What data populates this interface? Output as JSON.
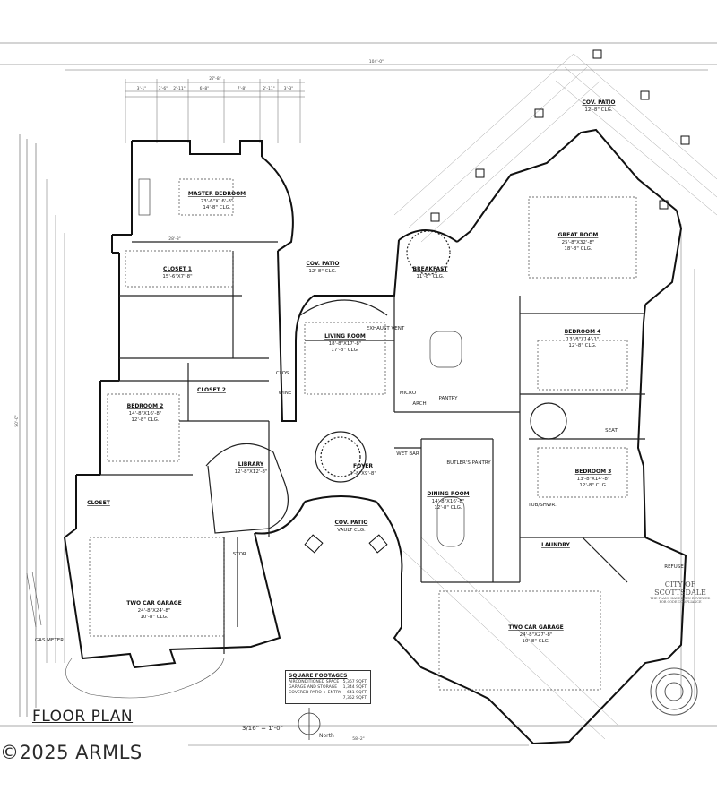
{
  "sheet": {
    "title": "FLOOR PLAN",
    "scale": "3/16\" = 1'-0\"",
    "copyright": "©2025 ARMLS",
    "north_label": "North"
  },
  "rooms": {
    "master_bedroom": {
      "name": "MASTER BEDROOM",
      "dims": "23'-6\"X16'-8\"",
      "clg": "14'-8\" CLG."
    },
    "closet1": {
      "name": "CLOSET 1",
      "dims": "15'-6\"X7'-8\""
    },
    "bedroom2": {
      "name": "BEDROOM 2",
      "dims": "14'-8\"X16'-8\"",
      "clg": "12'-8\" CLG."
    },
    "closet2": {
      "name": "CLOSET 2"
    },
    "closet": {
      "name": "CLOSET"
    },
    "library": {
      "name": "LIBRARY",
      "dims": "12'-8\"X12'-8\""
    },
    "living_room": {
      "name": "LIVING ROOM",
      "dims": "18'-8\"X17'-8\"",
      "clg": "17'-8\" CLG."
    },
    "cov_patio_top": {
      "name": "COV. PATIO",
      "clg": "12'-8\" CLG."
    },
    "cov_patio_mid": {
      "name": "COV. PATIO",
      "clg": "VAULT CLG."
    },
    "cov_patio_ne": {
      "name": "COV. PATIO",
      "clg": "12'-8\" CLG."
    },
    "breakfast": {
      "name": "BREAKFAST",
      "dims": "11'-8\" CLG."
    },
    "great_room": {
      "name": "GREAT ROOM",
      "dims": "25'-8\"X32'-8\"",
      "clg": "18'-8\" CLG."
    },
    "bedroom4": {
      "name": "BEDROOM 4",
      "dims": "13'-8\"X14'-1\"",
      "clg": "12'-8\" CLG."
    },
    "bedroom3": {
      "name": "BEDROOM 3",
      "dims": "13'-8\"X14'-8\"",
      "clg": "12'-8\" CLG."
    },
    "foyer": {
      "name": "FOYER",
      "dims": "9'-8\"X9'-8\""
    },
    "dining_room": {
      "name": "DINING ROOM",
      "dims": "14'-8\"X16'-8\"",
      "clg": "12'-8\" CLG."
    },
    "laundry": {
      "name": "LAUNDRY"
    },
    "garage_left": {
      "name": "TWO CAR GARAGE",
      "dims": "24'-8\"X24'-8\"",
      "clg": "10'-8\" CLG."
    },
    "garage_right": {
      "name": "TWO CAR GARAGE",
      "dims": "24'-8\"X27'-8\"",
      "clg": "10'-8\" CLG."
    },
    "wet_bar": {
      "name": "WET BAR"
    },
    "butlers_pantry": {
      "name": "BUTLER'S PANTRY"
    },
    "pantry": {
      "name": "PANTRY"
    },
    "clos": {
      "name": "CLOS."
    },
    "wine": {
      "name": "WINE"
    },
    "exhaust_vent": {
      "name": "EXHAUST VENT"
    },
    "micro": {
      "name": "MICRO"
    },
    "arch": {
      "name": "ARCH"
    },
    "refuse": {
      "name": "REFUSE"
    },
    "gas_meter": {
      "name": "GAS METER"
    },
    "stor": {
      "name": "STOR."
    },
    "tub_shwr": {
      "name": "TUB/SHWR."
    },
    "seat": {
      "name": "SEAT"
    }
  },
  "dimensions": {
    "overall_top": "104'-0\"",
    "overall_bottom": "58'-2\"",
    "left_overall": "50'-0\"",
    "top_sub": "27'-8\"",
    "garage_width": "28'-8\"",
    "dim_a": "3'-1\"",
    "dim_b": "3'-6\"",
    "dim_c": "2'-11\"",
    "dim_d": "6'-8\"",
    "dim_e": "7'-8\"",
    "dim_f": "2'-11\"",
    "dim_g": "3'-3\""
  },
  "square_footages": {
    "title": "SQUARE FOOTAGES",
    "rows": [
      {
        "label": "AIRCONDITIONED SPACE",
        "value": "5,367 SQFT."
      },
      {
        "label": "GARAGE AND STORAGE",
        "value": "1,344 SQFT."
      },
      {
        "label": "COVERED PATIO + ENTRY",
        "value": "641 SQFT."
      },
      {
        "label": "",
        "value": "7,352 SQFT."
      }
    ]
  },
  "city_stamp": {
    "line1": "CITY OF SCOTTSDALE",
    "line2": "THE PLANS HAVE BEEN REVIEWED",
    "line3": "FOR CODE COMPLIANCE"
  }
}
